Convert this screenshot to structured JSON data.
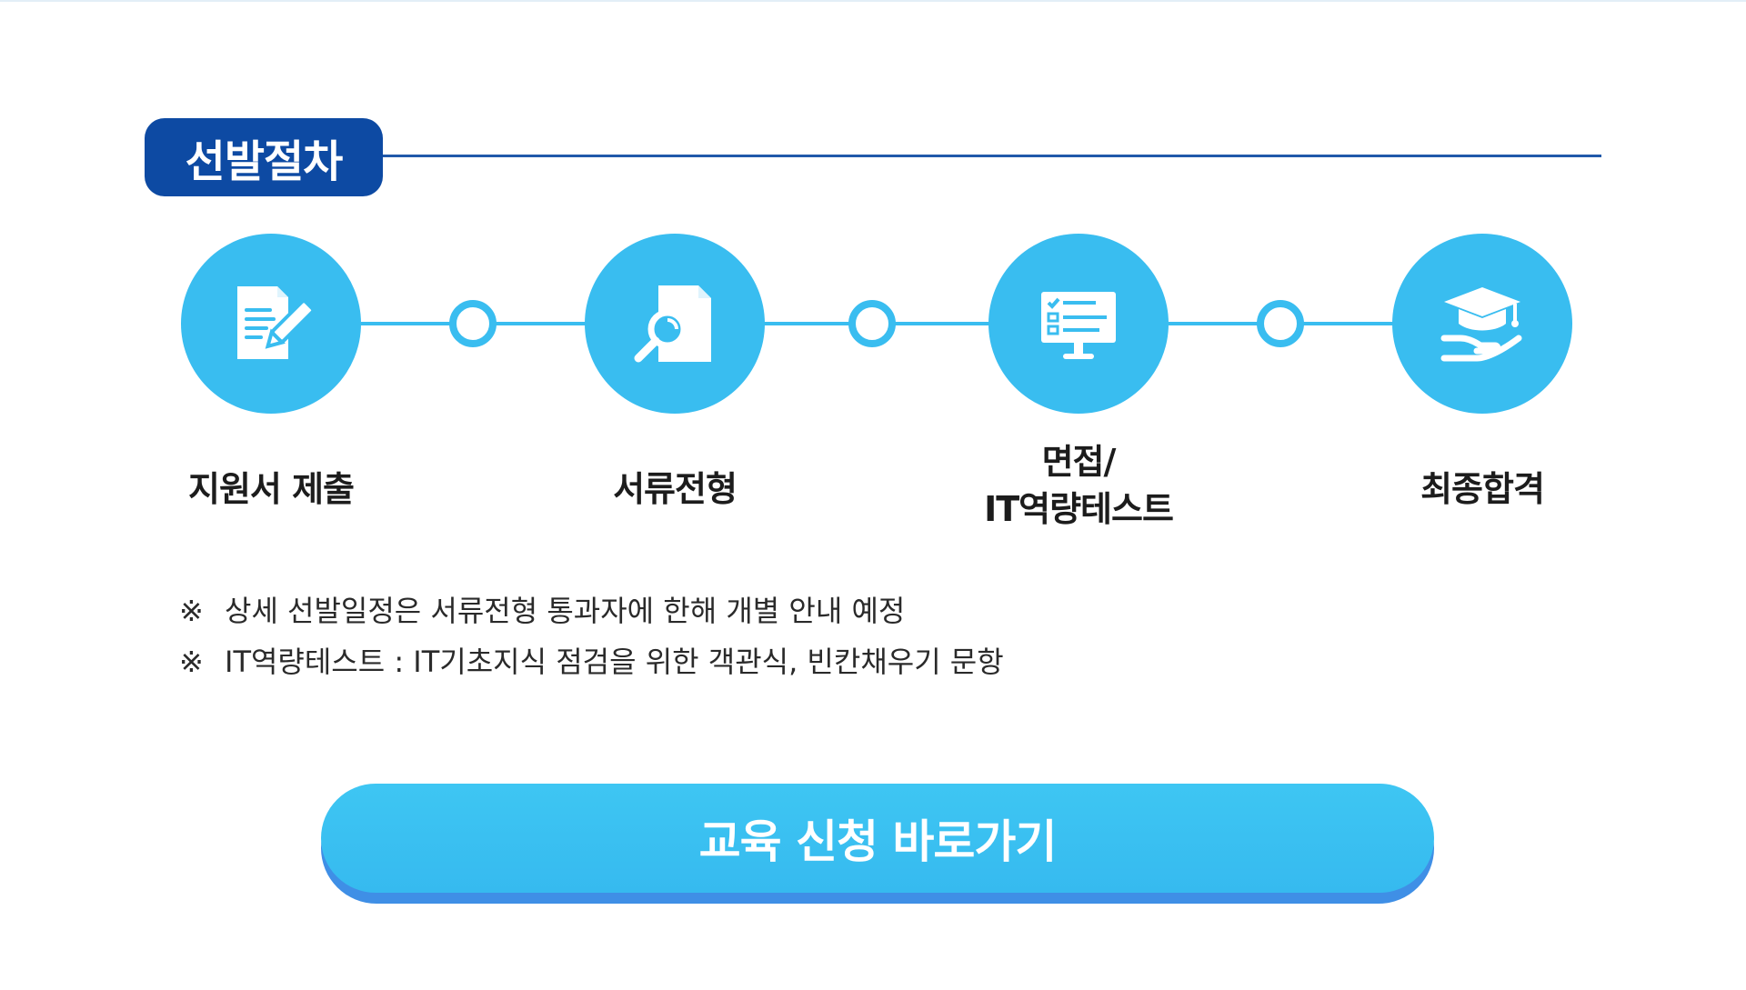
{
  "section": {
    "title": "선발절차"
  },
  "steps": [
    {
      "label_lines": [
        "지원서 제출"
      ],
      "icon": "document-edit-icon"
    },
    {
      "label_lines": [
        "서류전형"
      ],
      "icon": "document-search-icon"
    },
    {
      "label_lines": [
        "면접/",
        "IT역량테스트"
      ],
      "icon": "monitor-checklist-icon"
    },
    {
      "label_lines": [
        "최종합격"
      ],
      "icon": "graduation-cap-hand-icon"
    }
  ],
  "notes": [
    {
      "mark": "※",
      "text": "상세 선발일정은 서류전형 통과자에 한해 개별 안내 예정"
    },
    {
      "mark": "※",
      "text": "IT역량테스트 : IT기초지식 점검을 위한 객관식, 빈칸채우기 문항"
    }
  ],
  "cta": {
    "label": "교육 신청 바로가기"
  },
  "colors": {
    "badge": "#0d4aa3",
    "accent": "#39bdf0",
    "button_shadow": "#3f8fe6"
  }
}
